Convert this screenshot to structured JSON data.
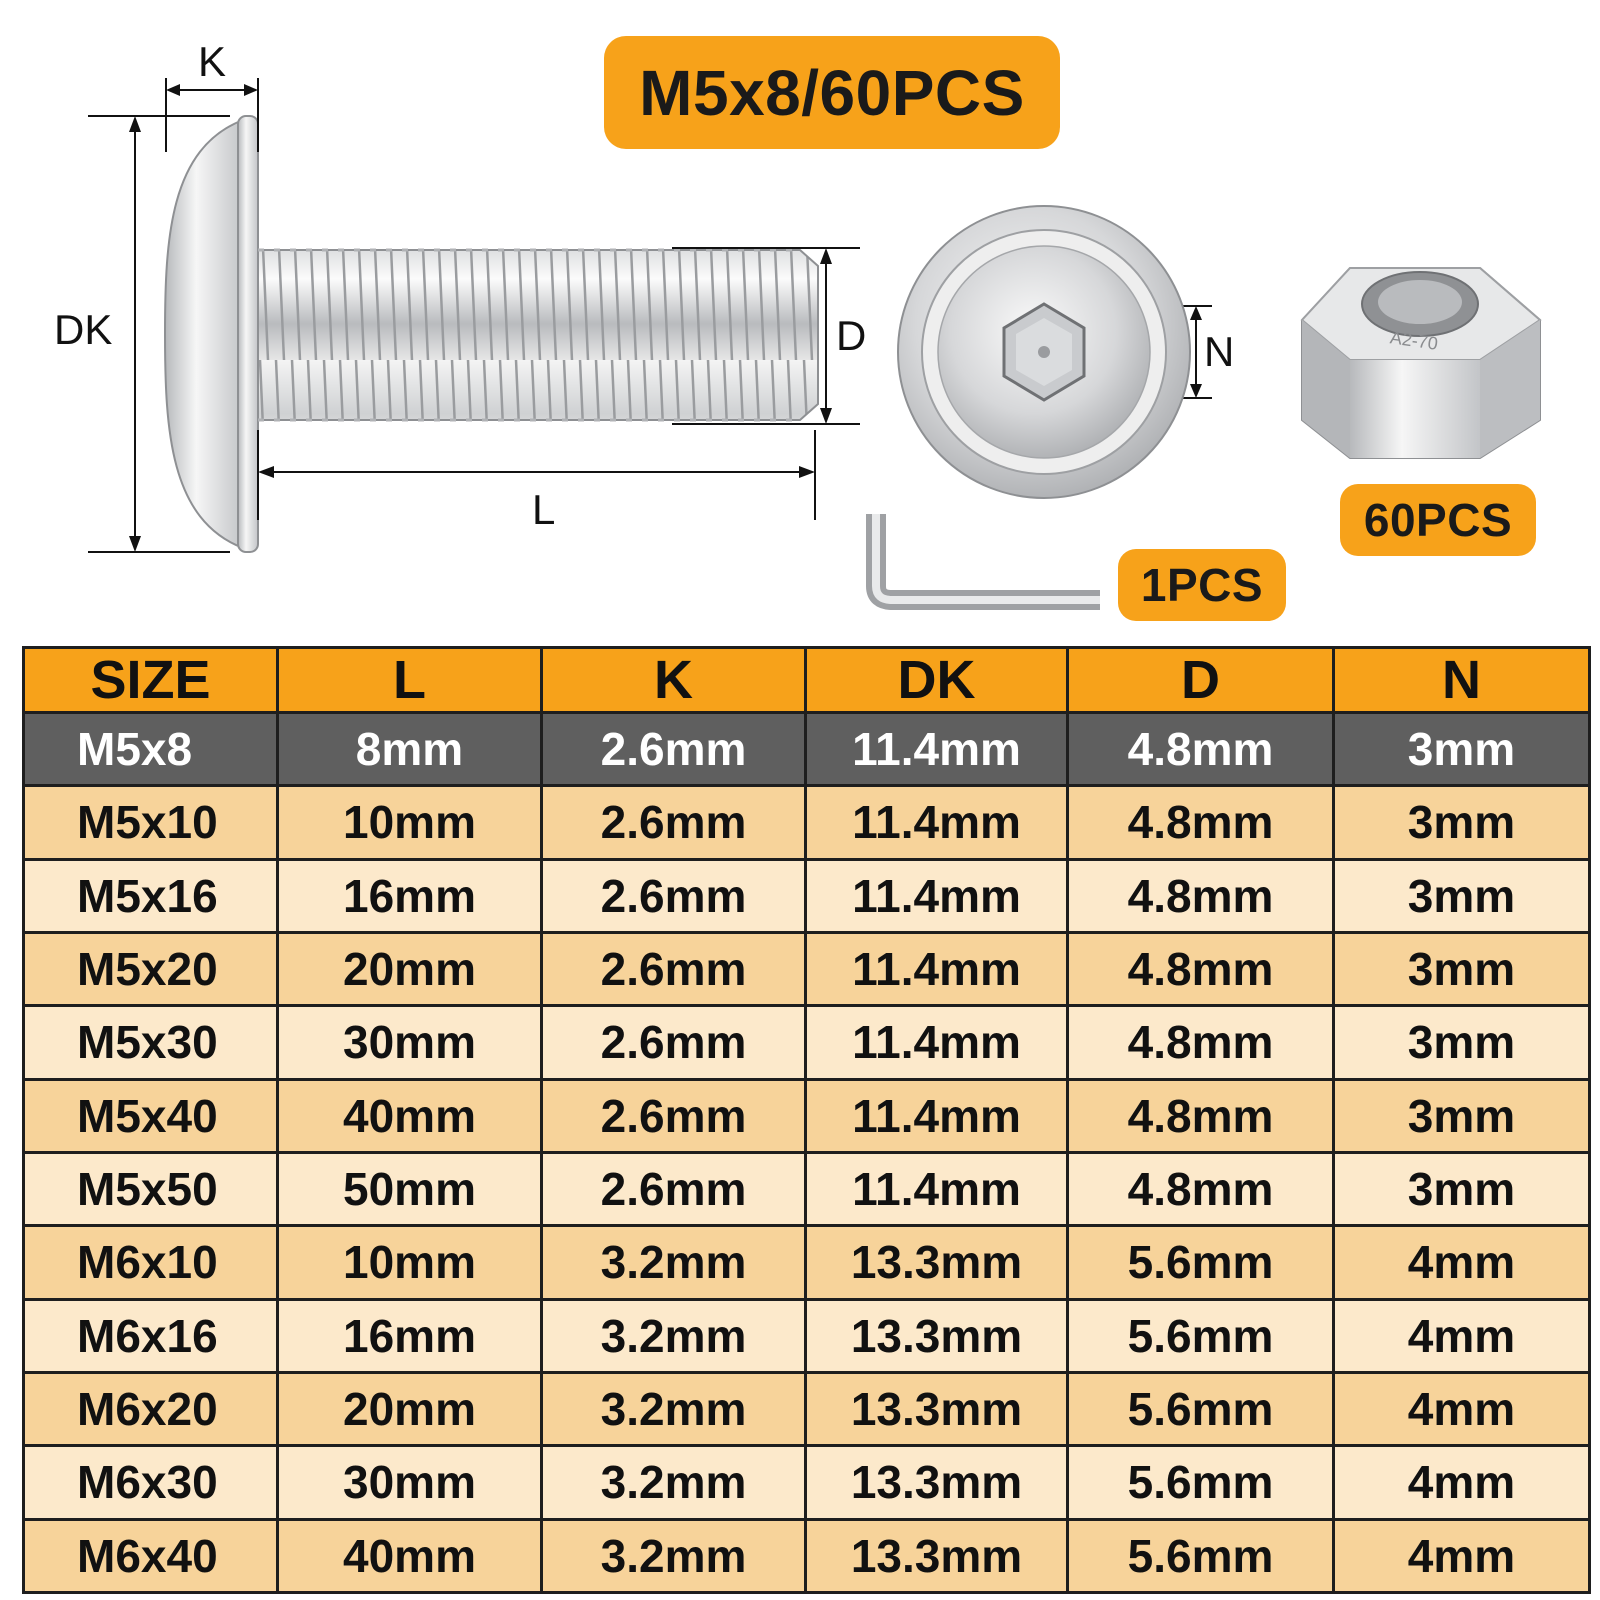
{
  "header": {
    "title_badge": "M5x8/60PCS",
    "wrench_badge": "1PCS",
    "nut_badge": "60PCS"
  },
  "diagram": {
    "labels": {
      "k": "K",
      "dk": "DK",
      "d": "D",
      "l": "L",
      "n": "N"
    },
    "nut_marking": "A2-70"
  },
  "colors": {
    "accent": "#f7a21a",
    "highlight_row": "#5f5f5f",
    "row_odd": "#f7d39a",
    "row_even": "#fce9cb"
  },
  "table": {
    "columns": [
      "SIZE",
      "L",
      "K",
      "DK",
      "D",
      "N"
    ],
    "rows": [
      [
        "M5x8",
        "8mm",
        "2.6mm",
        "11.4mm",
        "4.8mm",
        "3mm"
      ],
      [
        "M5x10",
        "10mm",
        "2.6mm",
        "11.4mm",
        "4.8mm",
        "3mm"
      ],
      [
        "M5x16",
        "16mm",
        "2.6mm",
        "11.4mm",
        "4.8mm",
        "3mm"
      ],
      [
        "M5x20",
        "20mm",
        "2.6mm",
        "11.4mm",
        "4.8mm",
        "3mm"
      ],
      [
        "M5x30",
        "30mm",
        "2.6mm",
        "11.4mm",
        "4.8mm",
        "3mm"
      ],
      [
        "M5x40",
        "40mm",
        "2.6mm",
        "11.4mm",
        "4.8mm",
        "3mm"
      ],
      [
        "M5x50",
        "50mm",
        "2.6mm",
        "11.4mm",
        "4.8mm",
        "3mm"
      ],
      [
        "M6x10",
        "10mm",
        "3.2mm",
        "13.3mm",
        "5.6mm",
        "4mm"
      ],
      [
        "M6x16",
        "16mm",
        "3.2mm",
        "13.3mm",
        "5.6mm",
        "4mm"
      ],
      [
        "M6x20",
        "20mm",
        "3.2mm",
        "13.3mm",
        "5.6mm",
        "4mm"
      ],
      [
        "M6x30",
        "30mm",
        "3.2mm",
        "13.3mm",
        "5.6mm",
        "4mm"
      ],
      [
        "M6x40",
        "40mm",
        "3.2mm",
        "13.3mm",
        "5.6mm",
        "4mm"
      ]
    ],
    "highlighted_row": 0
  }
}
